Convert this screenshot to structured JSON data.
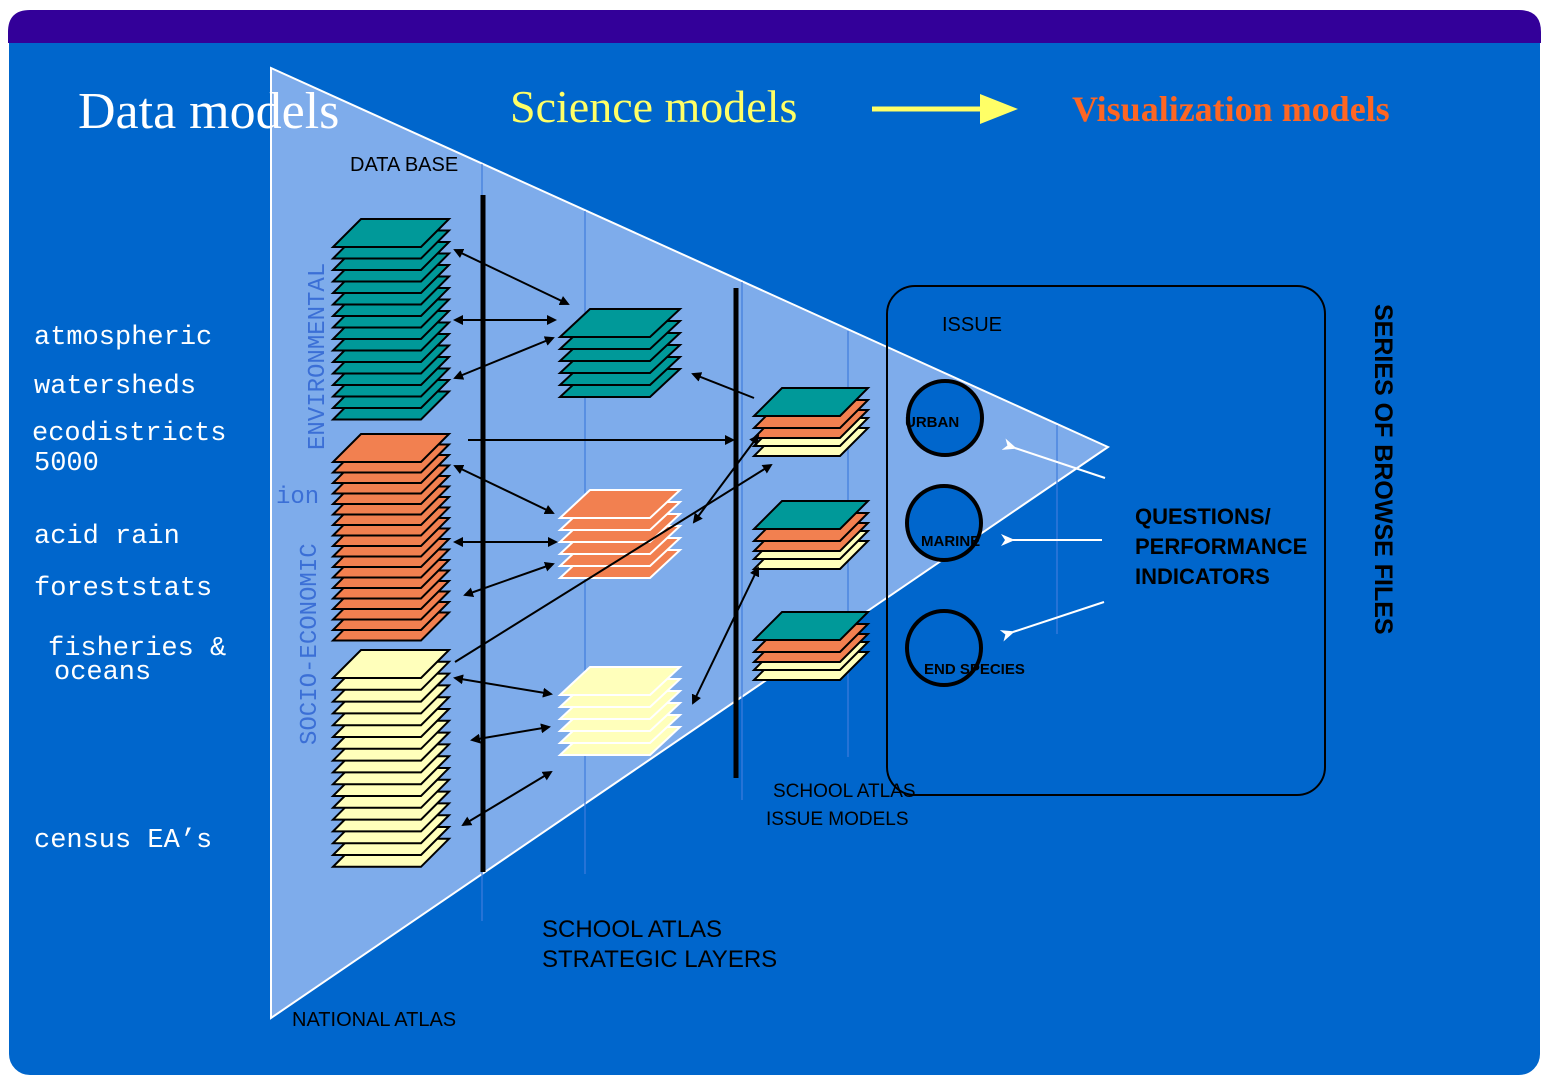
{
  "colors": {
    "background": "#0066cc",
    "top_bar": "#330099",
    "funnel": "#a8c4f5",
    "teal": "#009999",
    "orange": "#f28050",
    "cream": "#ffffbb",
    "title_white": "#ffffff",
    "title_yellow": "#ffff66",
    "title_orange": "#ff6622",
    "vertical_label": "#3b6fd6"
  },
  "titles": {
    "data_models": "Data models",
    "science_models": "Science models",
    "visualization_models": "Visualization models"
  },
  "data_sources": [
    "atmospheric",
    "watersheds",
    "ecodistricts",
    "5000",
    "acid rain",
    "foreststats",
    "fisheries &",
    "oceans",
    "census EA’s"
  ],
  "vertical_labels": {
    "environmental": "ENVIRONMENTAL",
    "socio_economic": "SOCIO-ECONOMIC",
    "fragment": "ion"
  },
  "labels": {
    "data_base": "DATA BASE",
    "national_atlas": "NATIONAL ATLAS",
    "strategic_line1": "SCHOOL ATLAS",
    "strategic_line2": "STRATEGIC LAYERS",
    "issue_models_line1": "SCHOOL ATLAS",
    "issue_models_line2": "ISSUE MODELS",
    "issue": "ISSUE",
    "questions_line1": "QUESTIONS/",
    "questions_line2": "PERFORMANCE",
    "questions_line3": "INDICATORS",
    "browse_files": "SERIES OF BROWSE FILES"
  },
  "issues": [
    "URBAN",
    "MARINE",
    "END SPECIES"
  ]
}
